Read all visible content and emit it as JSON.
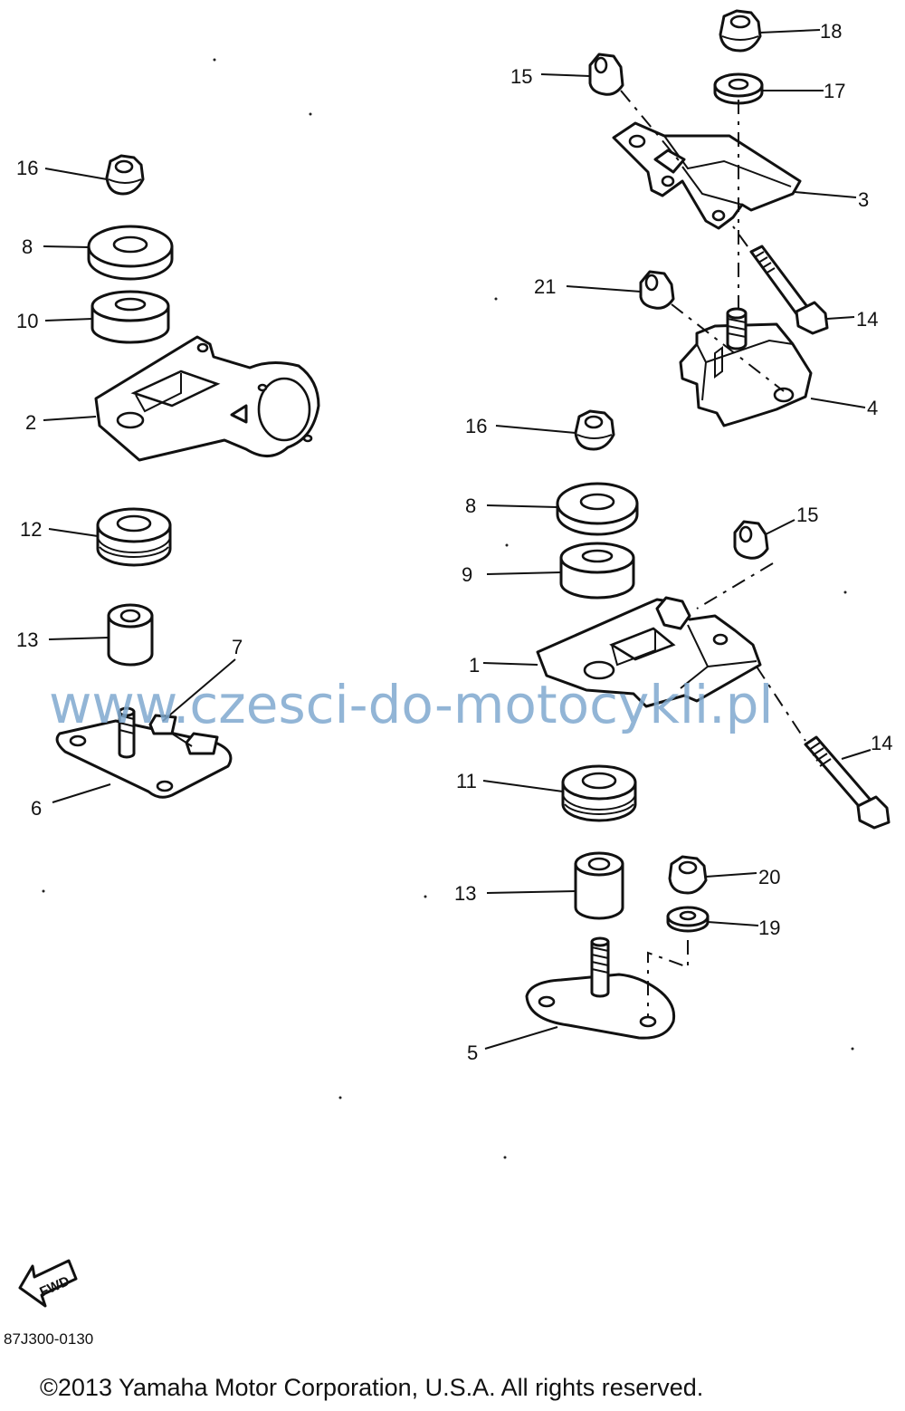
{
  "labels": {
    "c1": "1",
    "c2": "2",
    "c3": "3",
    "c4": "4",
    "c5": "5",
    "c6": "6",
    "c7": "7",
    "c8a": "8",
    "c8b": "8",
    "c9": "9",
    "c10": "10",
    "c11": "11",
    "c12": "12",
    "c13a": "13",
    "c13b": "13",
    "c14a": "14",
    "c14b": "14",
    "c15a": "15",
    "c15b": "15",
    "c16a": "16",
    "c16b": "16",
    "c17": "17",
    "c18": "18",
    "c19": "19",
    "c20": "20",
    "c21": "21"
  },
  "watermark": "www.czesci-do-motocykli.pl",
  "fwd_text": "FWD",
  "diagram_code": "87J300-0130",
  "copyright": "©2013 Yamaha Motor Corporation, U.S.A. All rights reserved."
}
